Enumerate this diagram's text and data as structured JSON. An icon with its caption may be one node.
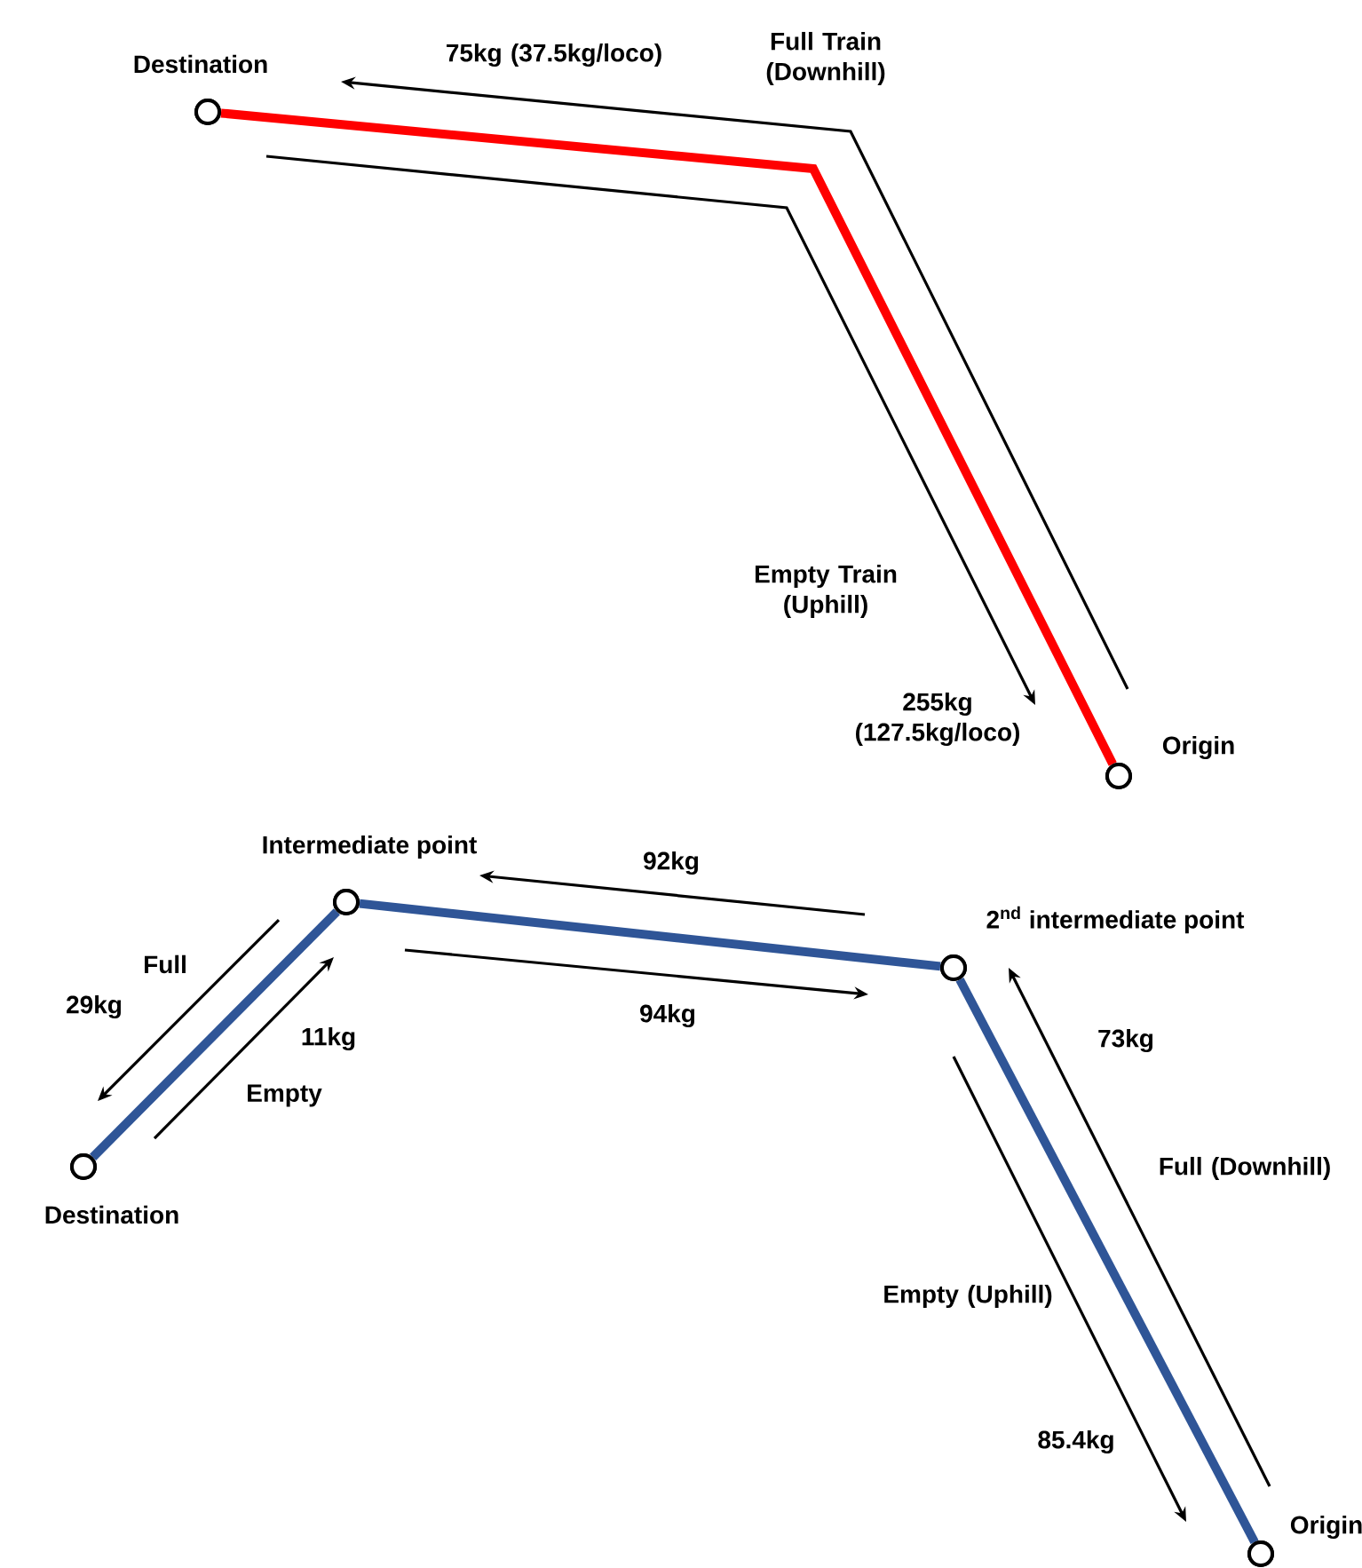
{
  "diagram": {
    "nodes": [
      {
        "text": [
          "Destination"
        ]
      },
      {
        "text": [
          "Origin"
        ]
      },
      {
        "text": [
          "Intermediate point"
        ]
      },
      {
        "text": [
          "2$^{nd}$ intermediate point"
        ]
      },
      {
        "text": [
          "Destination"
        ]
      },
      {
        "text": [
          "Origin"
        ]
      }
    ],
    "edges": [
      {
        "from": 0,
        "to": 1,
        "arrow": "none",
        "color": "#ff0000"
      },
      {
        "from": 4,
        "to": 2,
        "arrow": "none"
      },
      {
        "from": 2,
        "to": 3,
        "arrow": "none"
      },
      {
        "from": 3,
        "to": 5,
        "arrow": "none"
      }
    ],
    "labels": [
      "75kg (37.5kg/loco)",
      "Full Train (Downhill)",
      "Empty Train (Uphill)",
      "255kg (127.5kg/loco)",
      "92kg",
      "Full",
      "29kg",
      "11kg",
      "Empty",
      "94kg",
      "73kg",
      "Full (Downhill)",
      "Empty (Uphill)",
      "85.4kg"
    ]
  }
}
